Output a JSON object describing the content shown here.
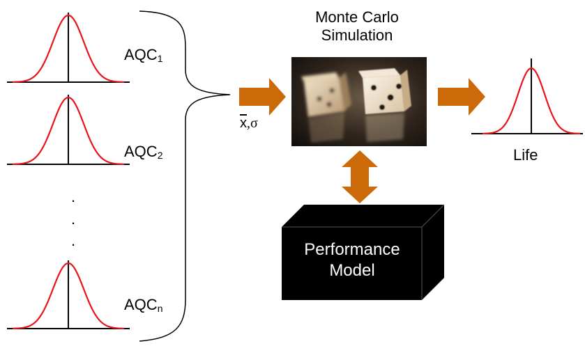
{
  "diagram": {
    "inputs": [
      {
        "label_main": "AQC",
        "label_sub": "1"
      },
      {
        "label_main": "AQC",
        "label_sub": "2"
      },
      {
        "label_main": "AQC",
        "label_sub": "n"
      }
    ],
    "ellipsis": ".",
    "params_label_xbar": "x",
    "params_label_rest": ",σ",
    "simulation": {
      "title_line1": "Monte Carlo",
      "title_line2": "Simulation",
      "image": "dice-photo"
    },
    "model": {
      "line1": "Performance",
      "line2": "Model"
    },
    "output": {
      "label": "Life"
    },
    "colors": {
      "curve": "#e8141b",
      "arrow": "#cc6a0a",
      "box": "#000000",
      "axis": "#000000"
    }
  }
}
